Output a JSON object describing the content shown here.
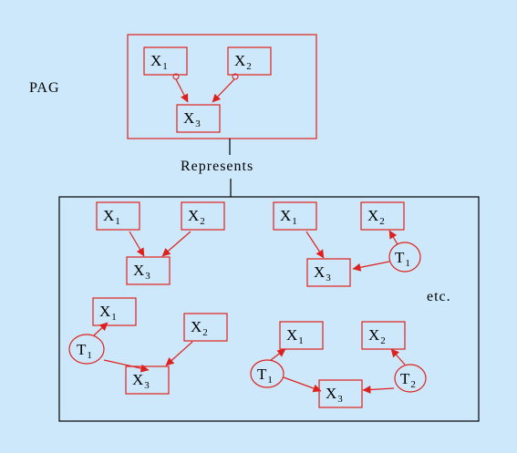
{
  "labels": {
    "pag": "PAG",
    "represents": "Represents",
    "etc": "etc."
  },
  "colors": {
    "background": "#cce8fa",
    "node_stroke": "#e0201c",
    "edge": "#e0201c",
    "frame": "#000000"
  },
  "pag": {
    "nodes": [
      {
        "id": "x1",
        "letter": "X",
        "sub": "1"
      },
      {
        "id": "x2",
        "letter": "X",
        "sub": "2"
      },
      {
        "id": "x3",
        "letter": "X",
        "sub": "3"
      }
    ],
    "edges": [
      {
        "from": "x1",
        "to": "x3",
        "tail": "circle",
        "head": "arrow"
      },
      {
        "from": "x2",
        "to": "x3",
        "tail": "circle",
        "head": "arrow"
      }
    ]
  },
  "graphs": [
    {
      "nodes": [
        {
          "id": "x1",
          "letter": "X",
          "sub": "1"
        },
        {
          "id": "x2",
          "letter": "X",
          "sub": "2"
        },
        {
          "id": "x3",
          "letter": "X",
          "sub": "3"
        }
      ],
      "edges": [
        {
          "from": "x1",
          "to": "x3"
        },
        {
          "from": "x2",
          "to": "x3"
        }
      ]
    },
    {
      "nodes": [
        {
          "id": "x1",
          "letter": "X",
          "sub": "1"
        },
        {
          "id": "x2",
          "letter": "X",
          "sub": "2"
        },
        {
          "id": "x3",
          "letter": "X",
          "sub": "3"
        },
        {
          "id": "t1",
          "letter": "T",
          "sub": "1",
          "latent": true
        }
      ],
      "edges": [
        {
          "from": "x1",
          "to": "x3"
        },
        {
          "from": "t1",
          "to": "x2"
        },
        {
          "from": "t1",
          "to": "x3"
        }
      ]
    },
    {
      "nodes": [
        {
          "id": "x1",
          "letter": "X",
          "sub": "1"
        },
        {
          "id": "x2",
          "letter": "X",
          "sub": "2"
        },
        {
          "id": "x3",
          "letter": "X",
          "sub": "3"
        },
        {
          "id": "t1",
          "letter": "T",
          "sub": "1",
          "latent": true
        }
      ],
      "edges": [
        {
          "from": "t1",
          "to": "x1"
        },
        {
          "from": "t1",
          "to": "x3"
        },
        {
          "from": "x2",
          "to": "x3"
        }
      ]
    },
    {
      "nodes": [
        {
          "id": "x1",
          "letter": "X",
          "sub": "1"
        },
        {
          "id": "x2",
          "letter": "X",
          "sub": "2"
        },
        {
          "id": "x3",
          "letter": "X",
          "sub": "3"
        },
        {
          "id": "t1",
          "letter": "T",
          "sub": "1",
          "latent": true
        },
        {
          "id": "t2",
          "letter": "T",
          "sub": "2",
          "latent": true
        }
      ],
      "edges": [
        {
          "from": "t1",
          "to": "x1"
        },
        {
          "from": "t1",
          "to": "x3"
        },
        {
          "from": "t2",
          "to": "x2"
        },
        {
          "from": "t2",
          "to": "x3"
        }
      ]
    }
  ]
}
